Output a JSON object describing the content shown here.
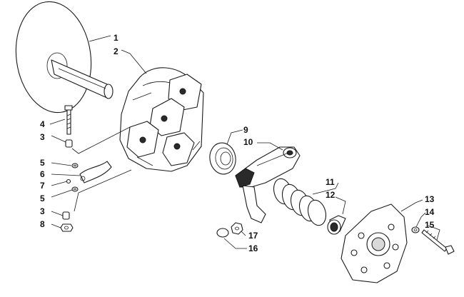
{
  "callouts": {
    "c1": "1",
    "c2": "2",
    "c3a": "3",
    "c3b": "3",
    "c4": "4",
    "c5a": "5",
    "c5b": "5",
    "c6": "6",
    "c7": "7",
    "c8": "8",
    "c9": "9",
    "c10": "10",
    "c11": "11",
    "c12": "12",
    "c13": "13",
    "c14": "14",
    "c15": "15",
    "c16": "16",
    "c17": "17"
  },
  "colors": {
    "line": "#1a1a1a",
    "fill": "#ffffff",
    "shade": "#2a2a2a"
  }
}
